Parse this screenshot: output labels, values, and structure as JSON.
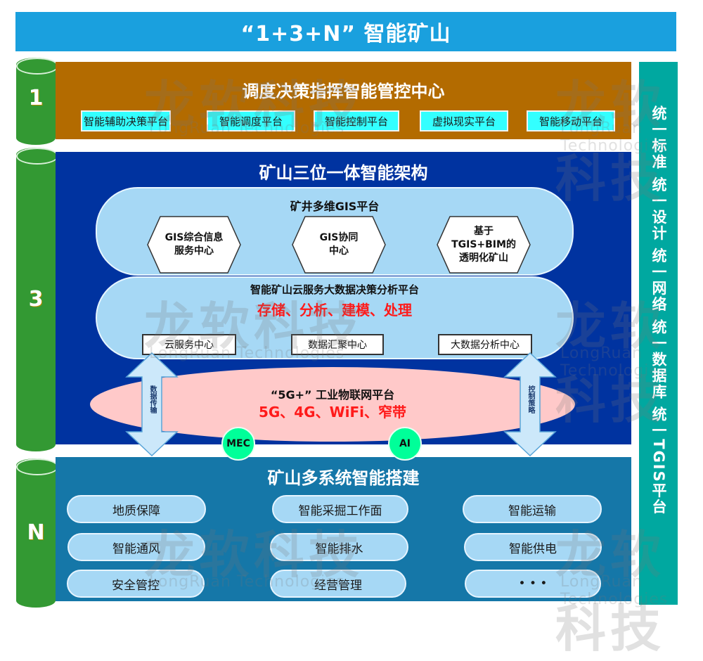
{
  "title": "“1+3+N” 智能矿山",
  "layers": {
    "one": {
      "label": "1",
      "title": "调度决策指挥智能管控中心",
      "platforms": [
        "智能辅助决策平台",
        "智能调度平台",
        "智能控制平台",
        "虚拟现实平台",
        "智能移动平台"
      ]
    },
    "three": {
      "label": "3",
      "title": "矿山三位一体智能架构",
      "gis": {
        "title": "矿井多维GIS平台",
        "hexagons": [
          "GIS综合信息\n服务中心",
          "GIS协同\n中心",
          "基于\nTGIS+BIM的\n透明化矿山"
        ]
      },
      "cloud": {
        "title": "智能矿山云服务大数据决策分析平台",
        "functions": "存储、分析、建模、处理",
        "centers": [
          "云服务中心",
          "数据汇聚中心",
          "大数据分析中心"
        ]
      },
      "iot": {
        "title": "“5G+” 工业物联网平台",
        "networks": "5G、4G、WiFi、窄带"
      },
      "arrows": {
        "left_label": "数据传输",
        "right_label": "控制策略"
      },
      "circles": [
        "MEC",
        "AI"
      ]
    },
    "n": {
      "label": "N",
      "title": "矿山多系统智能搭建",
      "systems": [
        "地质保障",
        "智能采掘工作面",
        "智能运输",
        "智能通风",
        "智能排水",
        "智能供电",
        "安全管控",
        "经营管理",
        "• • •"
      ]
    }
  },
  "side_banner": "统一标准 统一设计 统一网络 统一数据库 统一TGIS平台",
  "watermark": {
    "cn": "龙软科技",
    "en": "LongRuan Technologies"
  },
  "colors": {
    "title_bar": "#1aa0de",
    "layer_one": "#b36b00",
    "layer_three": "#0033a0",
    "layer_n": "#1577a8",
    "cylinder": "#339933",
    "side_banner": "#00a8a0",
    "platform_button": "#33ffff",
    "pill": "#a6d8f5",
    "ellipse": "#ffc9c9",
    "circle": "#00ff99",
    "highlight_red": "#ff1a1a"
  }
}
